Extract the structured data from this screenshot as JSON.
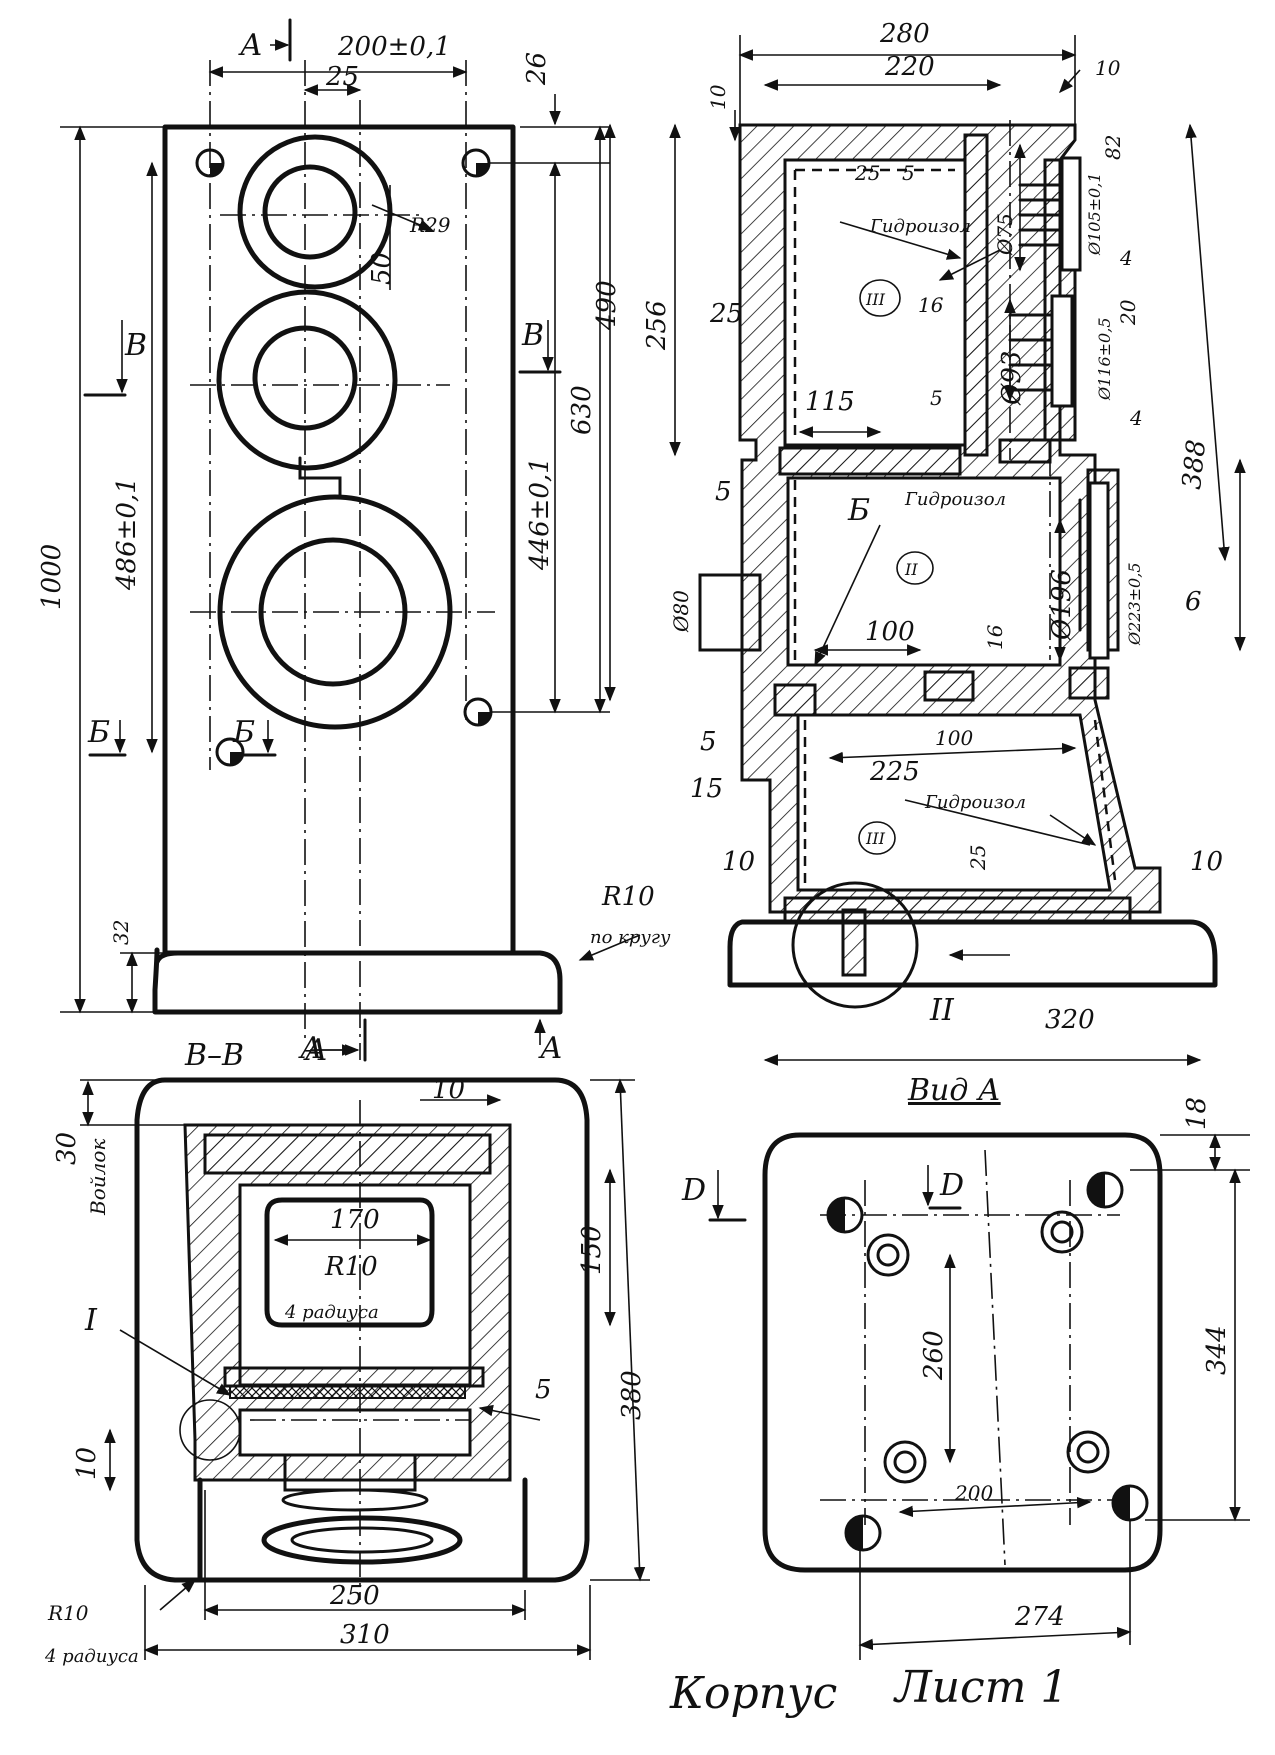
{
  "sheet": {
    "title": "Корпус",
    "sheet_label": "Лист 1"
  },
  "front_view": {
    "section_marks": {
      "a_top": "А",
      "a_bottom": "А",
      "a_arrow": "А",
      "v_left": "В",
      "v_right": "В",
      "b_left": "Б",
      "b_right": "Б"
    },
    "dims": {
      "width_200": "200±0,1",
      "d25": "25",
      "d26": "26",
      "r29": "R29",
      "d50": "50",
      "h486": "486±0,1",
      "h446": "446±0,1",
      "h630": "630",
      "h1000": "1000",
      "h32": "32",
      "r10": "R10",
      "po_krugu": "по кругу"
    }
  },
  "side_section": {
    "dims": {
      "w280": "280",
      "w220": "220",
      "t10a": "10",
      "t10b": "10",
      "d25": "25",
      "d5a": "5",
      "d16a": "16",
      "d25b": "25",
      "d115": "115",
      "d5b": "5",
      "h256": "256",
      "h490": "490",
      "h388": "388",
      "dia75": "Ø75",
      "dia105": "Ø105±0,1",
      "d82": "82",
      "d4a": "4",
      "d20": "20",
      "dia93": "Ø93",
      "dia116": "Ø116±0,5",
      "d4b": "4",
      "d5c": "5",
      "dia80": "Ø80",
      "d100a": "100",
      "d16b": "16",
      "dia196": "Ø196",
      "dia223": "Ø223±0,5",
      "d6": "6",
      "d5d": "5",
      "d15": "15",
      "d225": "225",
      "d100b": "100",
      "d10c": "10",
      "d25c": "25",
      "d10d": "10",
      "w320": "320"
    },
    "labels": {
      "gidroizol_1": "Гидроизол",
      "gidroizol_2": "Гидроизол",
      "gidroizol_3": "Гидроизол",
      "item_1": "III",
      "item_2": "II",
      "item_3": "III",
      "arrow_b": "Б",
      "detail_ref": "II"
    }
  },
  "section_vv": {
    "title": "В–В",
    "arrow_a": "А",
    "dims": {
      "d30": "30",
      "d10a": "10",
      "d170": "170",
      "d150": "150",
      "r10": "R10",
      "d5": "5",
      "d10b": "10",
      "d380": "380",
      "d250": "250",
      "d310": "310",
      "r10_corner": "R10"
    },
    "labels": {
      "voilok": "Войлок",
      "four_radii": "4 радиуса",
      "four_radii_corner": "4 радиуса",
      "detail_ref": "I"
    }
  },
  "view_a": {
    "title": "Вид А",
    "marks": {
      "d_left": "D",
      "d_right": "D"
    },
    "dims": {
      "d18": "18",
      "d260": "260",
      "d344": "344",
      "d200": "200",
      "d274": "274"
    }
  }
}
